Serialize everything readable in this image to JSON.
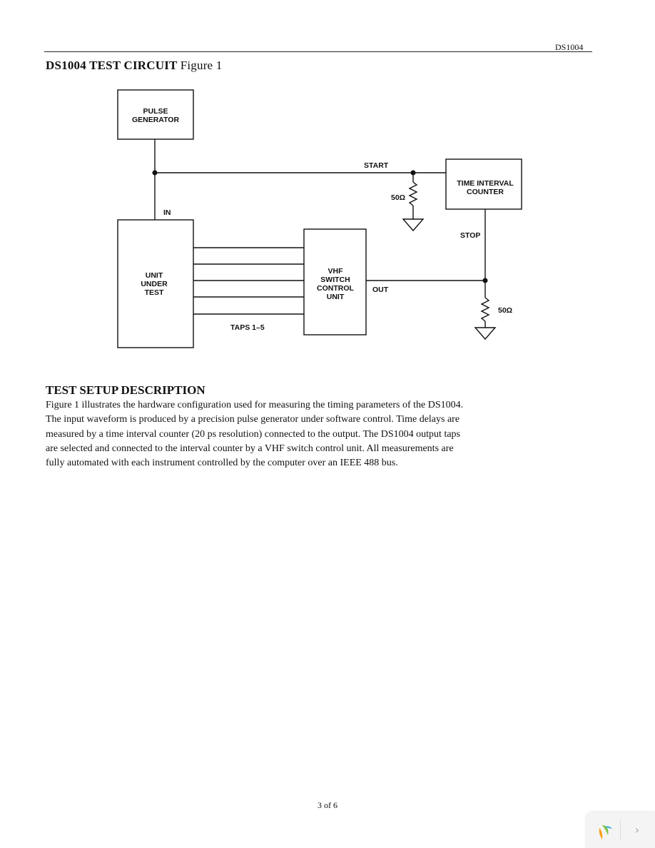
{
  "header": {
    "part_number": "DS1004"
  },
  "figure": {
    "title_bold": "DS1004 TEST CIRCUIT",
    "title_label": "Figure 1",
    "blocks": {
      "pulse_generator": [
        "PULSE",
        "GENERATOR"
      ],
      "time_interval_counter": [
        "TIME INTERVAL",
        "COUNTER"
      ],
      "unit_under_test": [
        "UNIT",
        "UNDER",
        "TEST"
      ],
      "vhf_switch": [
        "VHF",
        "SWITCH",
        "CONTROL",
        "UNIT"
      ]
    },
    "labels": {
      "start": "START",
      "stop": "STOP",
      "in": "IN",
      "out": "OUT",
      "taps": "TAPS 1–5",
      "resistor_top": "50Ω",
      "resistor_bottom": "50Ω"
    },
    "tap_count": 5
  },
  "section": {
    "heading": "TEST SETUP DESCRIPTION",
    "lines": [
      "Figure 1 illustrates the hardware configuration used for measuring the timing parameters of the DS1004.",
      "The input waveform is produced by a precision pulse generator under software control. Time delays are",
      "measured by a time interval counter (20 ps resolution) connected to the output. The DS1004 output taps",
      "are selected and connected to the interval counter by a VHF switch control unit. All measurements are",
      "fully automated with each instrument controlled by the computer over an IEEE 488 bus."
    ]
  },
  "footer": {
    "page": "3 of 6"
  },
  "viewer": {
    "next_glyph": "›",
    "logo_icon": "app-logo-icon"
  }
}
